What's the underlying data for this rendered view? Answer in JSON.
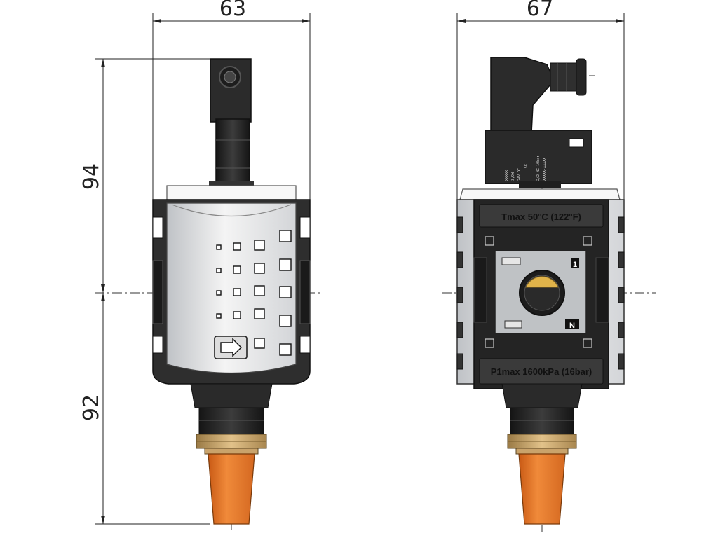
{
  "dimensions": {
    "front_width": "63",
    "side_width": "67",
    "height_upper": "94",
    "height_lower": "92"
  },
  "plates": {
    "top": "Tmax 50°C (122°F)",
    "bottom": "P1max 1600kPa (16bar)"
  },
  "markings": {
    "port_1": "1",
    "port_n": "N",
    "ce_mark": "CE",
    "coil_lines": [
      "XXXXX",
      "3,9W",
      "24V DC",
      "2/2 NC 10bar",
      "XXXXX-XXXXX"
    ]
  },
  "colors": {
    "body_light": "#f0f0f0",
    "body_dark": "#2a2a2a",
    "silencer": "#e8762a",
    "brass": "#c9a36b"
  }
}
